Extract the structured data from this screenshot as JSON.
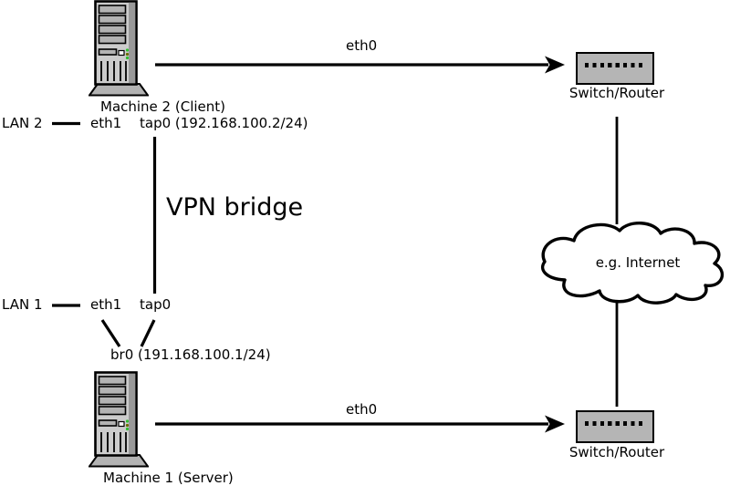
{
  "diagram": {
    "title_hint": "VPN bridge network diagram",
    "machine2": {
      "label": "Machine 2 (Client)",
      "lan_label": "LAN 2",
      "eth1_label": "eth1",
      "tap0_label": "tap0 (192.168.100.2/24)",
      "eth0_label": "eth0"
    },
    "machine1": {
      "label": "Machine 1 (Server)",
      "lan_label": "LAN 1",
      "eth1_label": "eth1",
      "tap0_label": "tap0",
      "br0_label": "br0 (191.168.100.1/24)",
      "eth0_label": "eth0"
    },
    "vpn_bridge_label": "VPN bridge",
    "cloud_label": "e.g. Internet",
    "switch_top_label": "Switch/Router",
    "switch_bottom_label": "Switch/Router",
    "icons": {
      "tower": "computer-tower-icon",
      "switch": "switch-router-icon",
      "cloud": "internet-cloud-icon",
      "arrow": "arrow-right-icon"
    },
    "colors": {
      "line": "#000000",
      "switch_fill": "#b5b5b5",
      "tower_front": "#cccccc",
      "tower_side": "#999999",
      "tower_bay": "#b3b3b3",
      "tower_base": "#b3b3b3",
      "led_green": "#2fbf2f",
      "background": "#ffffff",
      "text": "#000000"
    }
  }
}
